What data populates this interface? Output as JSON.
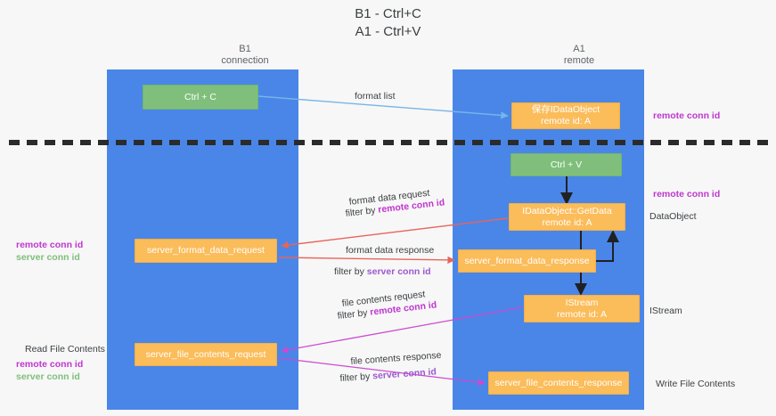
{
  "title": "B1 - Ctrl+C\nA1 - Ctrl+V",
  "columns": {
    "left": "B1\nconnection",
    "right": "A1\nremote"
  },
  "nodes": {
    "ctrl_c": "Ctrl + C",
    "idataobject_saved": "保存IDataObject\nremote id: A",
    "ctrl_v": "Ctrl + V",
    "idataobject_getdata": "IDataObject::GetData\nremote id: A",
    "server_format_data_request": "server_format_data_request",
    "server_format_data_response": "server_format_data_response",
    "istream": "IStream\nremote id: A",
    "server_file_contents_request": "server_file_contents_request",
    "server_file_contents_response": "server_file_contents_response"
  },
  "edge_labels": {
    "format_list": "format list",
    "format_data_request": "format data request",
    "format_data_request_filter_prefix": "filter by ",
    "format_data_request_filter_key": "remote conn id",
    "format_data_response": "format data response",
    "format_data_response_filter_prefix": "filter by ",
    "format_data_response_filter_key": "server conn id",
    "file_contents_request": "file contents request",
    "file_contents_request_filter_prefix": "filter by ",
    "file_contents_request_filter_key": "remote conn id",
    "file_contents_response": "file contents response",
    "file_contents_response_filter_prefix": "filter by ",
    "file_contents_response_filter_key": "server conn id"
  },
  "annotations": {
    "left_mid_remote": "remote conn id",
    "left_mid_server": "server conn id",
    "read_file_contents": "Read File Contents",
    "left_low_remote": "remote conn id",
    "left_low_server": "server conn id",
    "right_remote_top": "remote conn id",
    "right_remote_mid": "remote conn id",
    "dataobject": "DataObject",
    "istream": "IStream",
    "write_file_contents": "Write File Contents"
  },
  "colors": {
    "lane": "#4a86e8",
    "green_node": "#7fbf7b",
    "orange_node": "#fbbc5a",
    "arrow_blue": "#76b5e8",
    "arrow_red": "#e8645a",
    "arrow_magenta": "#cc4ad0",
    "arrow_dark": "#202124",
    "remote_key": "#c036d0",
    "server_key": "#7fbf7b",
    "divider": "#2b2b2b",
    "background": "#f7f7f7"
  }
}
